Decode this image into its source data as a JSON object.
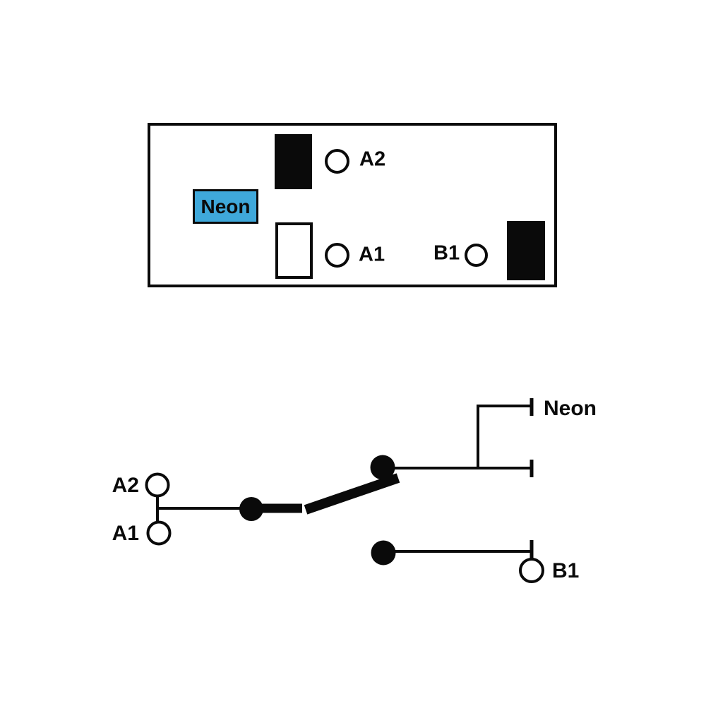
{
  "colors": {
    "line": "#0a0a0a",
    "neon_fill": "#3fa8da",
    "background": "#ffffff"
  },
  "panel": {
    "neon_label": "Neon",
    "terminals": {
      "a2": "A2",
      "a1": "A1",
      "b1": "B1"
    }
  },
  "schematic": {
    "neon_label": "Neon",
    "a2_label": "A2",
    "a1_label": "A1",
    "b1_label": "B1"
  }
}
